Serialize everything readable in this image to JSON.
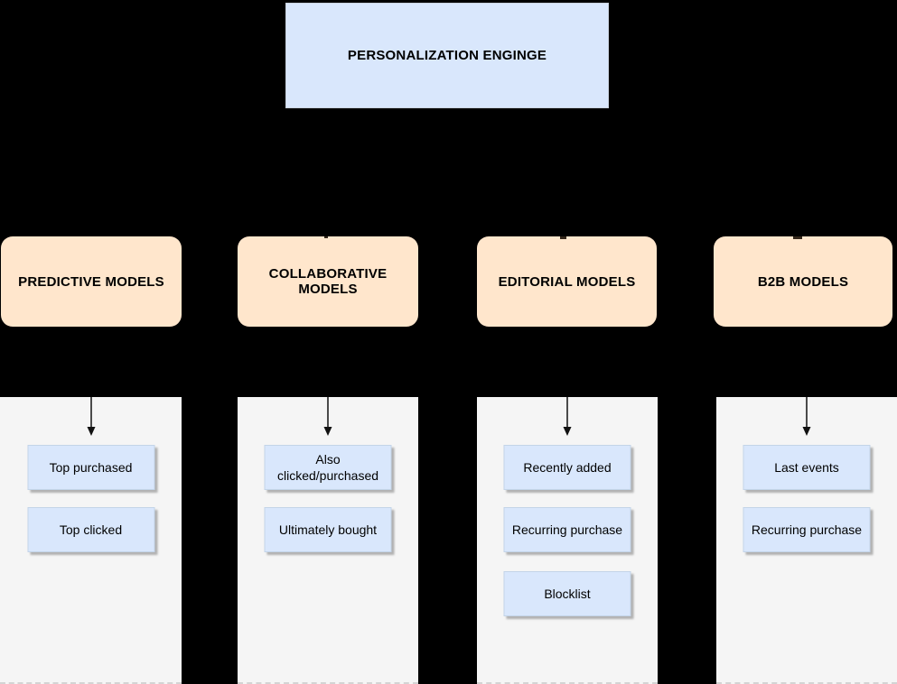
{
  "diagram": {
    "title_node": "PERSONALIZATION ENGINGE",
    "columns": [
      {
        "label": "PREDICTIVE MODELS",
        "children": [
          "Top purchased",
          "Top clicked"
        ]
      },
      {
        "label": "COLLABORATIVE MODELS",
        "children": [
          "Also\nclicked/purchased",
          "Ultimately bought"
        ]
      },
      {
        "label": "EDITORIAL MODELS",
        "children": [
          "Recently added",
          "Recurring purchase",
          "Blocklist"
        ]
      },
      {
        "label": "B2B MODELS",
        "children": [
          "Last events",
          "Recurring purchase"
        ]
      }
    ],
    "colors": {
      "background": "#000000",
      "root_fill": "#d9e7fc",
      "root_border": "#c8d2de",
      "category_fill": "#ffe6cc",
      "container_fill": "#f5f5f5",
      "leaf_fill": "#d9e7fc",
      "leaf_border": "#c3d4e8",
      "leaf_shadow": "#b8b8b8",
      "arrow": "#111111",
      "text": "#000000"
    }
  }
}
